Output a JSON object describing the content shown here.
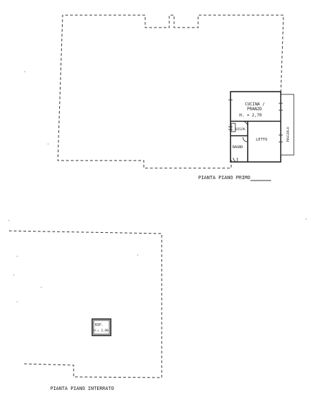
{
  "upper_plan": {
    "caption": "PIANTA PIANO PRIMO",
    "rooms": {
      "cucina_line1": "CUCINA /",
      "cucina_line2": "PRANZO",
      "cucina_height": "H. = 2,70",
      "disimpegno": "DISIM.",
      "bagno": "BAGNO",
      "letto": "LETTO",
      "poggiolo": "POGGIOLO"
    }
  },
  "lower_plan": {
    "caption": "PIANTA PIANO INTERRATO",
    "rooms": {
      "ripostiglio": "RIP.",
      "rip_height": "H.= 2,80"
    }
  }
}
